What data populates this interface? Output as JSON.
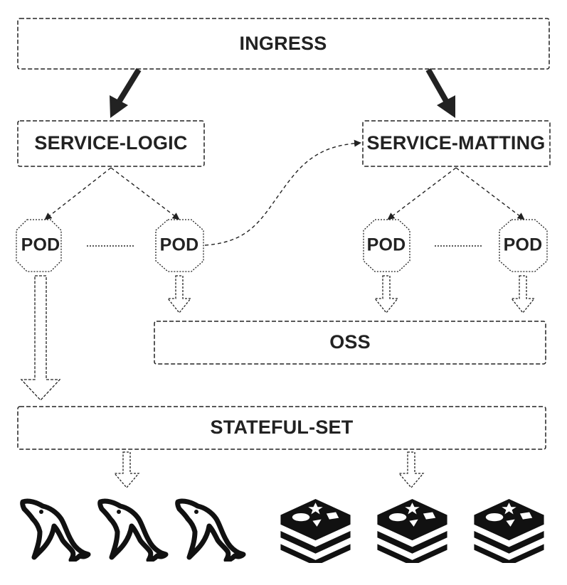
{
  "nodes": {
    "ingress": "INGRESS",
    "service_logic": "SERVICE-LOGIC",
    "service_matting": "SERVICE-MATTING",
    "pods": [
      "POD",
      "POD",
      "POD",
      "POD"
    ],
    "oss": "OSS",
    "stateful_set": "STATEFUL-SET"
  },
  "icons": {
    "mysql": [
      "mysql-dolphin-icon",
      "mysql-dolphin-icon",
      "mysql-dolphin-icon"
    ],
    "redis": [
      "redis-stack-icon",
      "redis-stack-icon",
      "redis-stack-icon"
    ]
  },
  "colors": {
    "ink": "#222222",
    "background": "#ffffff"
  }
}
